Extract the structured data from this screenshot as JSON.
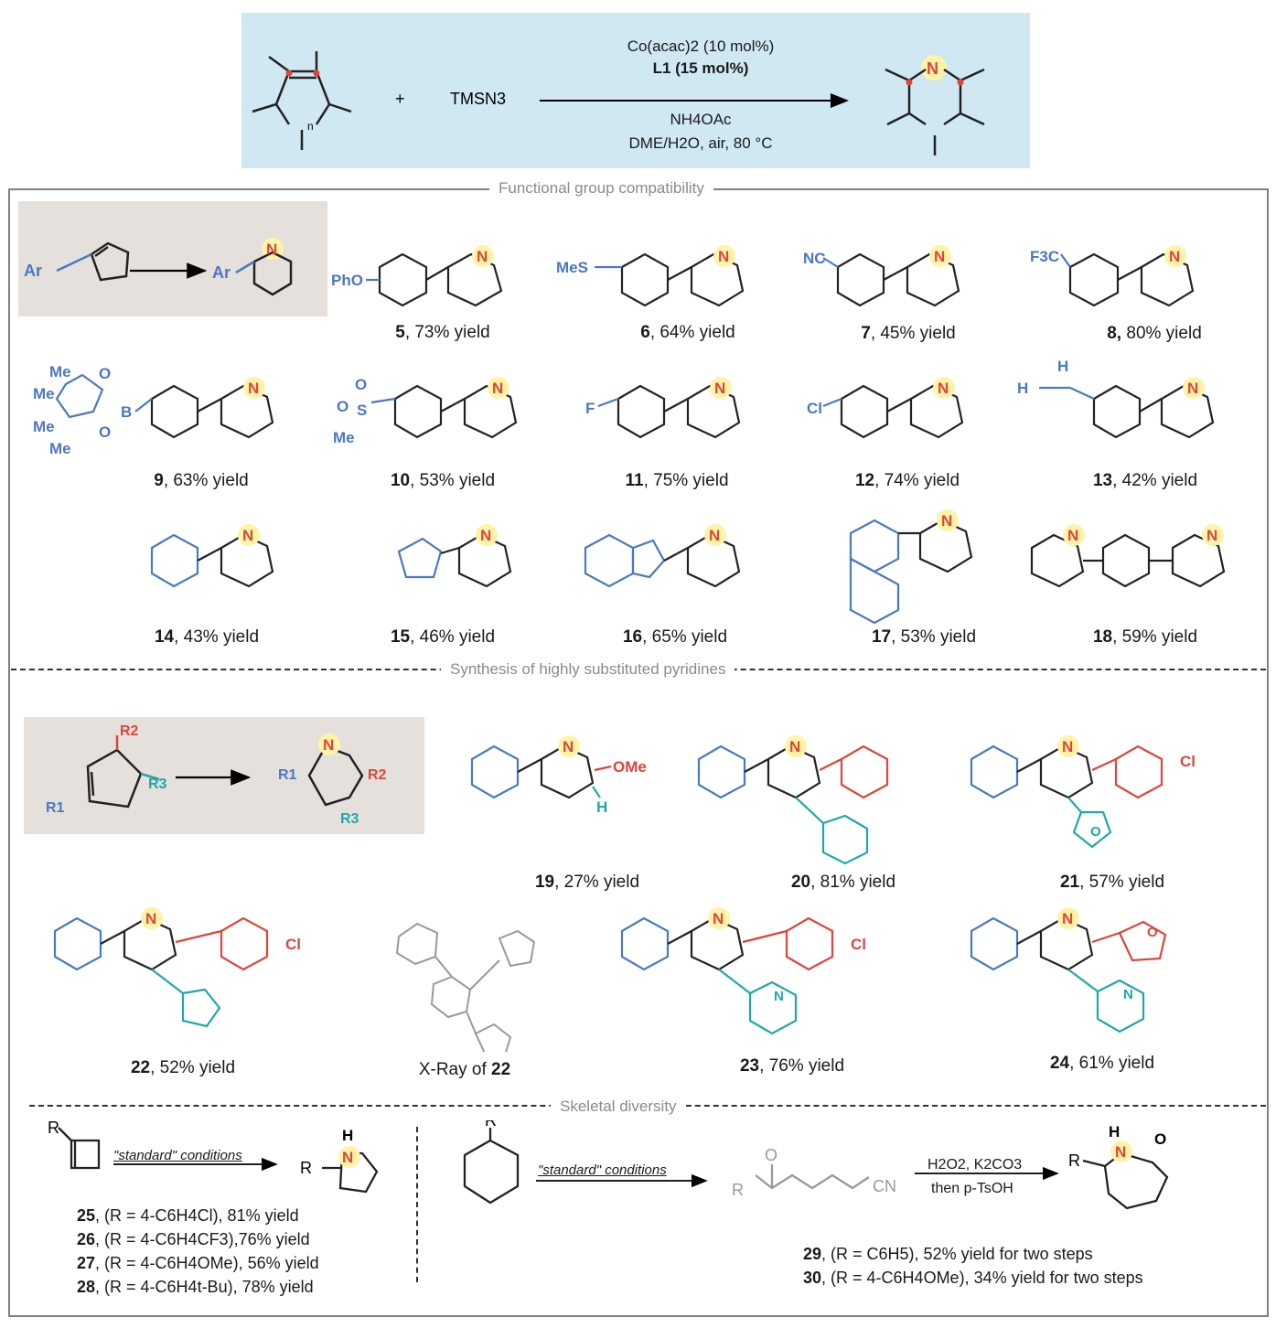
{
  "header": {
    "reagent": "TMSN3",
    "plus": "+",
    "cond_line1": "Co(acac)2 (10 mol%)",
    "cond_line2": "L1 (15 mol%)",
    "cond_line3": "NH4OAc",
    "cond_line4": "DME/H2O, air, 80 °C",
    "ring_n": "n",
    "ring_atom": "N"
  },
  "sections": {
    "s1": "Functional group compatibility",
    "s2": "Synthesis of highly substituted pyridines",
    "s3": "Skeletal diversity"
  },
  "scheme1": {
    "ar": "Ar",
    "n": "N"
  },
  "compounds1": [
    {
      "num": "5",
      "yield": ", 73% yield",
      "sub": "PhO"
    },
    {
      "num": "6",
      "yield": ", 64% yield",
      "sub": "MeS"
    },
    {
      "num": "7",
      "yield": ", 45% yield",
      "sub": "NC"
    },
    {
      "num": "8,",
      "yield": " 80% yield",
      "sub": "F3C"
    },
    {
      "num": "9",
      "yield": ", 63% yield",
      "sub": "Bpin"
    },
    {
      "num": "10",
      "yield": ", 53% yield",
      "sub": "SO2Me"
    },
    {
      "num": "11",
      "yield": ", 75% yield",
      "sub": "F"
    },
    {
      "num": "12",
      "yield": ", 74% yield",
      "sub": "Cl"
    },
    {
      "num": "13",
      "yield": ", 42% yield",
      "sub": "H"
    },
    {
      "num": "14",
      "yield": ", 43% yield"
    },
    {
      "num": "15",
      "yield": ", 46% yield"
    },
    {
      "num": "16",
      "yield": ", 65% yield"
    },
    {
      "num": "17",
      "yield": ", 53% yield"
    },
    {
      "num": "18",
      "yield": ", 59% yield"
    }
  ],
  "pinacol": {
    "me": "Me",
    "o": "O",
    "b": "B"
  },
  "sulfonyl": {
    "o": "O",
    "s": "S",
    "me": "Me"
  },
  "scheme2": {
    "r1": "R1",
    "r2": "R2",
    "r3": "R3",
    "n": "N"
  },
  "compounds2": [
    {
      "num": "19",
      "yield": ", 27% yield",
      "sub": "OMe",
      "h": "H"
    },
    {
      "num": "20",
      "yield": ", 81% yield"
    },
    {
      "num": "21",
      "yield": ", 57% yield",
      "sub": "Cl"
    },
    {
      "num": "22",
      "yield": ", 52% yield",
      "sub": "Cl"
    },
    {
      "num": "23",
      "yield": ", 76% yield",
      "sub": "Cl"
    },
    {
      "num": "24",
      "yield": ", 61% yield"
    }
  ],
  "xray": {
    "text": "X-Ray of ",
    "num": "22"
  },
  "skeletal": {
    "r": "R",
    "standard": "\"standard\" conditions",
    "nh": "N",
    "h": "H",
    "o": "O",
    "cn": "CN",
    "reagent1": "H2O2, K2CO3",
    "reagent2": "then p-TsOH",
    "list_left": [
      {
        "num": "25",
        "text": ", (R = 4-C6H4Cl), 81% yield"
      },
      {
        "num": "26",
        "text": ", (R = 4-C6H4CF3),76% yield"
      },
      {
        "num": "27",
        "text": ", (R = 4-C6H4OMe), 56% yield"
      },
      {
        "num": "28",
        "text": ", (R = 4-C6H4t-Bu), 78% yield"
      }
    ],
    "list_right": [
      {
        "num": "29",
        "text": ", (R = C6H5), 52% yield for two steps"
      },
      {
        "num": "30",
        "text": ", (R = 4-C6H4OMe), 34% yield for two steps"
      }
    ]
  },
  "colors": {
    "blue": "#4a78c4",
    "red": "#e0443a",
    "teal": "#1fa8a8",
    "highlight": "#fff3a8",
    "header_bg": "#cfe8f1",
    "gray_box": "#e6e0dd"
  }
}
